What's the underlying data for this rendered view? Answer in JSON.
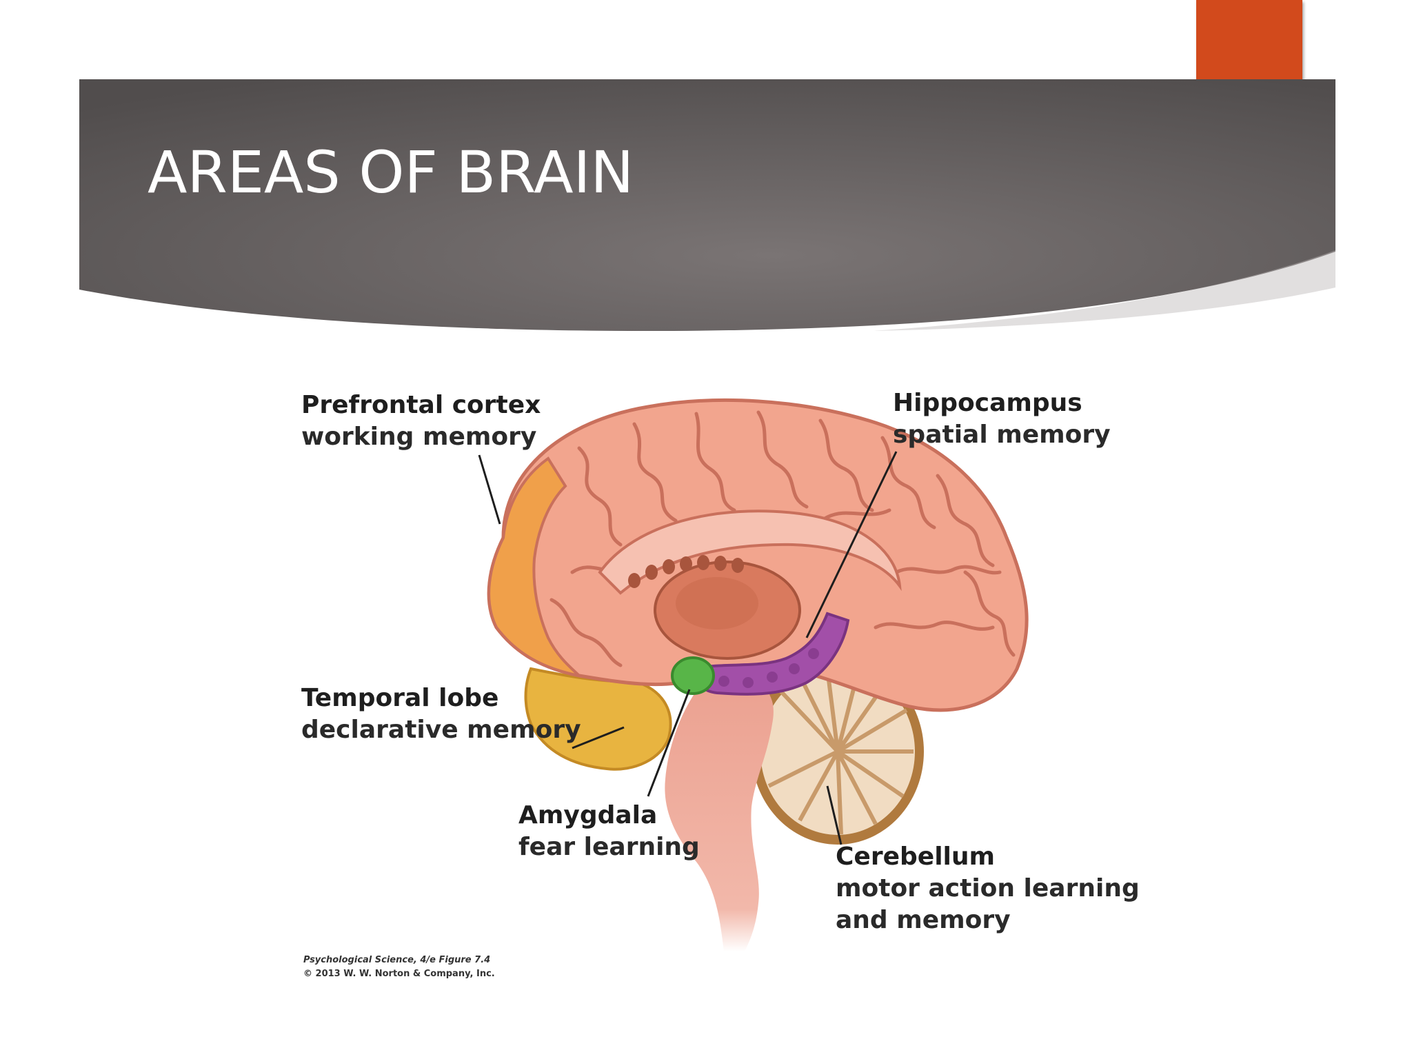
{
  "slide": {
    "title": "AREAS OF BRAIN",
    "accent_color": "#d24a1c",
    "header_color": "#5c5858"
  },
  "diagram": {
    "labels": {
      "prefrontal": {
        "name": "Prefrontal cortex",
        "desc": "working memory"
      },
      "hippocampus": {
        "name": "Hippocampus",
        "desc": "spatial memory"
      },
      "temporal": {
        "name": "Temporal lobe",
        "desc": "declarative memory"
      },
      "amygdala": {
        "name": "Amygdala",
        "desc": "fear learning"
      },
      "cerebellum": {
        "name": "Cerebellum",
        "desc_line1": "motor action learning",
        "desc_line2": "and memory"
      }
    },
    "credit": {
      "line1": "Psychological Science, 4/e  Figure 7.4",
      "line2": "© 2013 W. W. Norton & Company, Inc."
    },
    "colors": {
      "cortex": "#f2a58e",
      "cortex_dark": "#c9705c",
      "prefrontal": "#f0a04a",
      "temporal": "#e8b440",
      "hippocampus": "#a24fa8",
      "amygdala": "#58b548",
      "cerebellum": "#f1dcc2",
      "cerebellum_edge": "#b07a3e",
      "brainstem": "#eba08f",
      "thalamus": "#d97a5e"
    }
  }
}
